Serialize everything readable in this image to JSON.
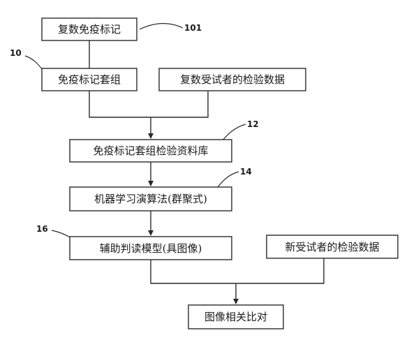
{
  "diagram": {
    "nodes": {
      "compound_markers": "复数免疫标记",
      "marker_panel": "免疫标记套组",
      "subjects_data": "复数受试者的检验数据",
      "panel_database": "免疫标记套组检验资料库",
      "ml_algorithm": "机器学习演算法(群聚式)",
      "assist_model": "辅助判读模型(具图像)",
      "new_subject_data": "新受试者的检验数据",
      "image_compare": "图像相关比对"
    },
    "refs": {
      "r101": "101",
      "r10": "10",
      "r12": "12",
      "r14": "14",
      "r16": "16"
    }
  }
}
